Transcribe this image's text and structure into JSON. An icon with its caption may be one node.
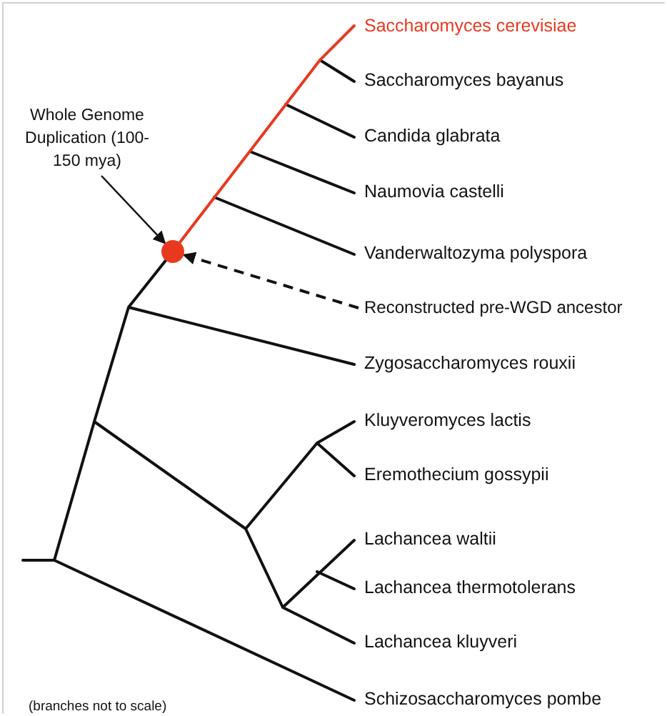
{
  "diagram": {
    "nodes": [
      {
        "text": [
          "Whole Genome Duplication (100-150 mya)"
        ]
      },
      {
        "text": [],
        "shape": "circle"
      },
      {
        "text": [
          "Reconstructed pre-WGD ancestor"
        ]
      }
    ],
    "edges": [
      {
        "from": 0,
        "to": 1,
        "arrow": "to"
      },
      {
        "from": 2,
        "to": 1,
        "arrow": "to",
        "style": "dashed"
      }
    ],
    "labels": [
      "Saccharomyces cerevisiae",
      "Saccharomyces bayanus",
      "Candida glabrata",
      "Naumovia castelli",
      "Vanderwaltozyma polyspora",
      "Zygosaccharomyces rouxii",
      "Kluyveromyces lactis",
      "Eremothecium gossypii",
      "Lachancea waltii",
      "Lachancea thermotolerans",
      "Lachancea kluyveri",
      "Schizosaccharomyces pombe",
      "(branches not to scale)"
    ]
  }
}
